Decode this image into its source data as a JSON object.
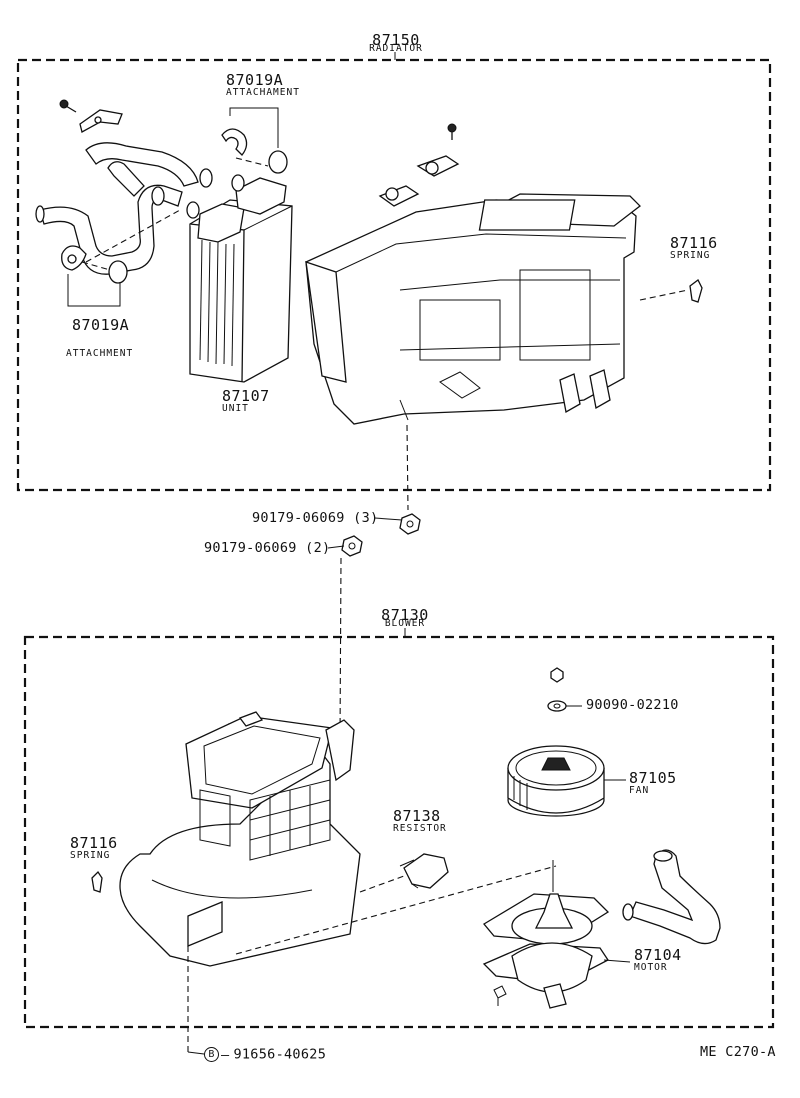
{
  "radiator": {
    "number": "87150",
    "name": "RADIATOR"
  },
  "attachment_top": {
    "number": "87019A",
    "name": "ATTACHAMENT"
  },
  "attachment_bottom": {
    "number": "87019A",
    "name": "ATTACHMENT"
  },
  "unit": {
    "number": "87107",
    "name": "UNIT"
  },
  "spring_top": {
    "number": "87116",
    "name": "SPRING"
  },
  "bolt_3": {
    "number": "90179-06069",
    "qty": "(3)"
  },
  "bolt_2": {
    "number": "90179-06069",
    "qty": "(2)"
  },
  "blower": {
    "number": "87130",
    "name": "BLOWER"
  },
  "washer": {
    "number": "90090-02210"
  },
  "fan": {
    "number": "87105",
    "name": "FAN"
  },
  "resistor": {
    "number": "87138",
    "name": "RESISTOR"
  },
  "spring_bottom": {
    "number": "87116",
    "name": "SPRING"
  },
  "motor": {
    "number": "87104",
    "name": "MOTOR"
  },
  "screw": {
    "marker": "B",
    "number": "91656-40625"
  },
  "diagram_code": "ME C270-A"
}
